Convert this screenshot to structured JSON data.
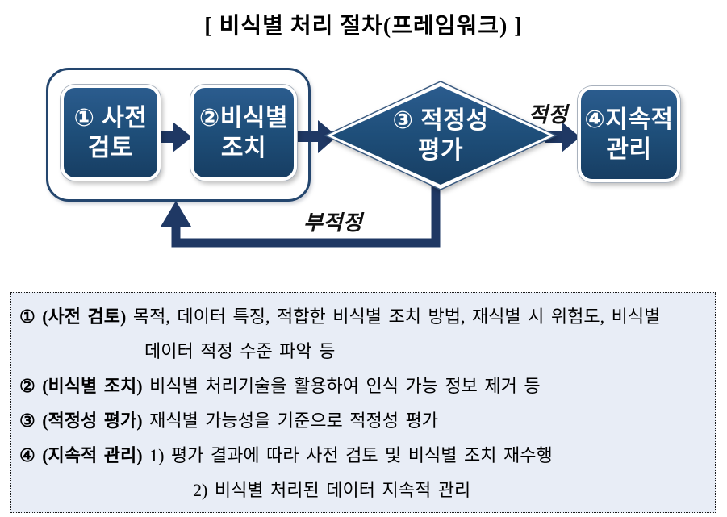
{
  "title": "[ 비식별 처리 절차(프레임워크) ]",
  "flowchart": {
    "step1": {
      "line1": "① 사전",
      "line2": "검토"
    },
    "step2": {
      "line1": "②비식별",
      "line2": "조치"
    },
    "step3": {
      "line1": "③ 적정성",
      "line2": "평가"
    },
    "step4": {
      "line1": "④지속적",
      "line2": "관리"
    },
    "pass_label": "적정",
    "fail_label": "부적정"
  },
  "legend": {
    "items": [
      {
        "num": "①",
        "label": "(사전 검토)",
        "text1": "목적, 데이터 특징, 적합한 비식별 조치 방법, 재식별 시 위험도, 비식별",
        "text2": "데이터 적정 수준 파악 등"
      },
      {
        "num": "②",
        "label": "(비식별 조치)",
        "text1": "비식별 처리기술을 활용하여 인식 가능 정보 제거 등"
      },
      {
        "num": "③",
        "label": "(적정성 평가)",
        "text1": "재식별 가능성을 기준으로 적정성 평가"
      },
      {
        "num": "④",
        "label": "(지속적 관리)",
        "text1": "1) 평가 결과에 따라 사전 검토 및 비식별 조치 재수행",
        "text2": "2) 비식별 처리된 데이터 지속적 관리"
      }
    ]
  },
  "colors": {
    "node_fill": "#1E4E79",
    "node_fill_dark": "#173E63",
    "arrow": "#1F3864",
    "frame_border": "#24466E",
    "legend_bg": "#E8EDF6",
    "label_text": "#111111"
  }
}
